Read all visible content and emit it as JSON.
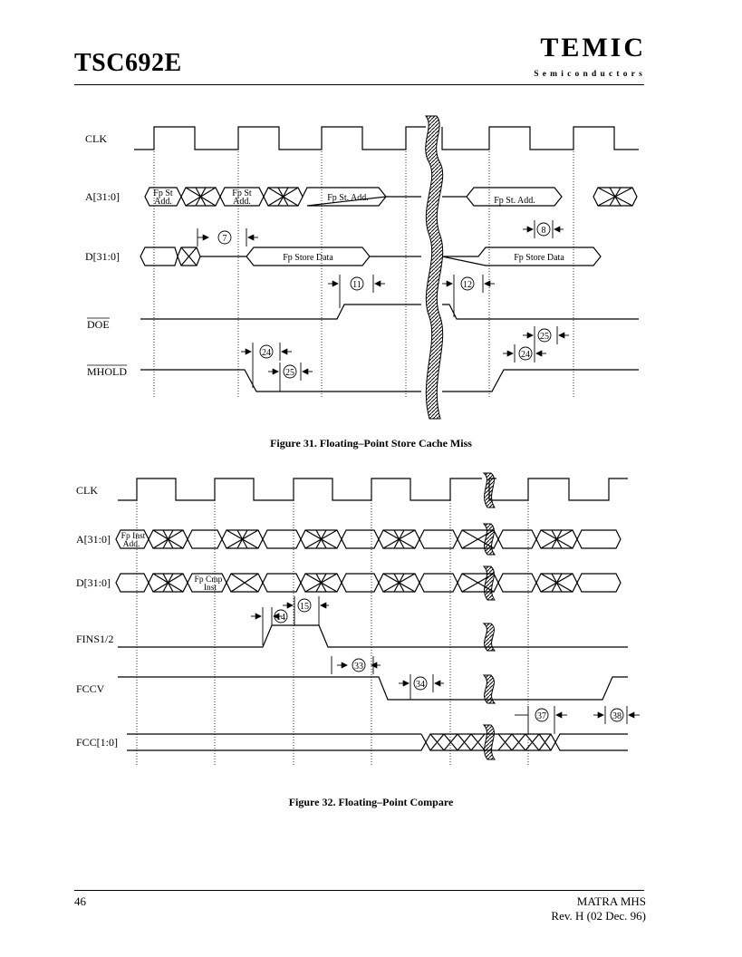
{
  "header": {
    "title": "TSC692E",
    "brand": "TEMIC",
    "brand_sub": "Semiconductors"
  },
  "figure31": {
    "caption": "Figure 31. Floating–Point Store Cache Miss",
    "signals": {
      "clk": "CLK",
      "addr": "A[31:0]",
      "data": "D[31:0]",
      "doe": "DOE",
      "mhold": "MHOLD"
    },
    "bus_labels": {
      "fp_st_1a": "Fp St",
      "fp_st_1b": "Add.",
      "fp_st_2a": "Fp St",
      "fp_st_2b": "Add.",
      "fp_st_add_1": "Fp St. Add.",
      "fp_st_add_2": "Fp St. Add.",
      "fp_store_data_1": "Fp Store Data",
      "fp_store_data_2": "Fp Store Data"
    },
    "timing_refs": {
      "t7": "7",
      "t8": "8",
      "t11": "11",
      "t12": "12",
      "t24a": "24",
      "t25a": "25",
      "t25b": "25",
      "t24b": "24"
    }
  },
  "figure32": {
    "caption": "Figure 32. Floating–Point Compare",
    "signals": {
      "clk": "CLK",
      "addr": "A[31:0]",
      "data": "D[31:0]",
      "fins": "FINS1/2",
      "fccv": "FCCV",
      "fcc": "FCC[1:0]"
    },
    "bus_labels": {
      "fp_inst_a": "Fp Inst",
      "fp_inst_b": "Add.",
      "fp_cmp_a": "Fp Cmp",
      "fp_cmp_b": "Inst"
    },
    "timing_refs": {
      "t14": "14",
      "t15": "15",
      "t33": "33",
      "t34": "34",
      "t37": "37",
      "t38": "38"
    }
  },
  "footer": {
    "page_number": "46",
    "company": "MATRA MHS",
    "revision": "Rev. H (02 Dec. 96)"
  }
}
